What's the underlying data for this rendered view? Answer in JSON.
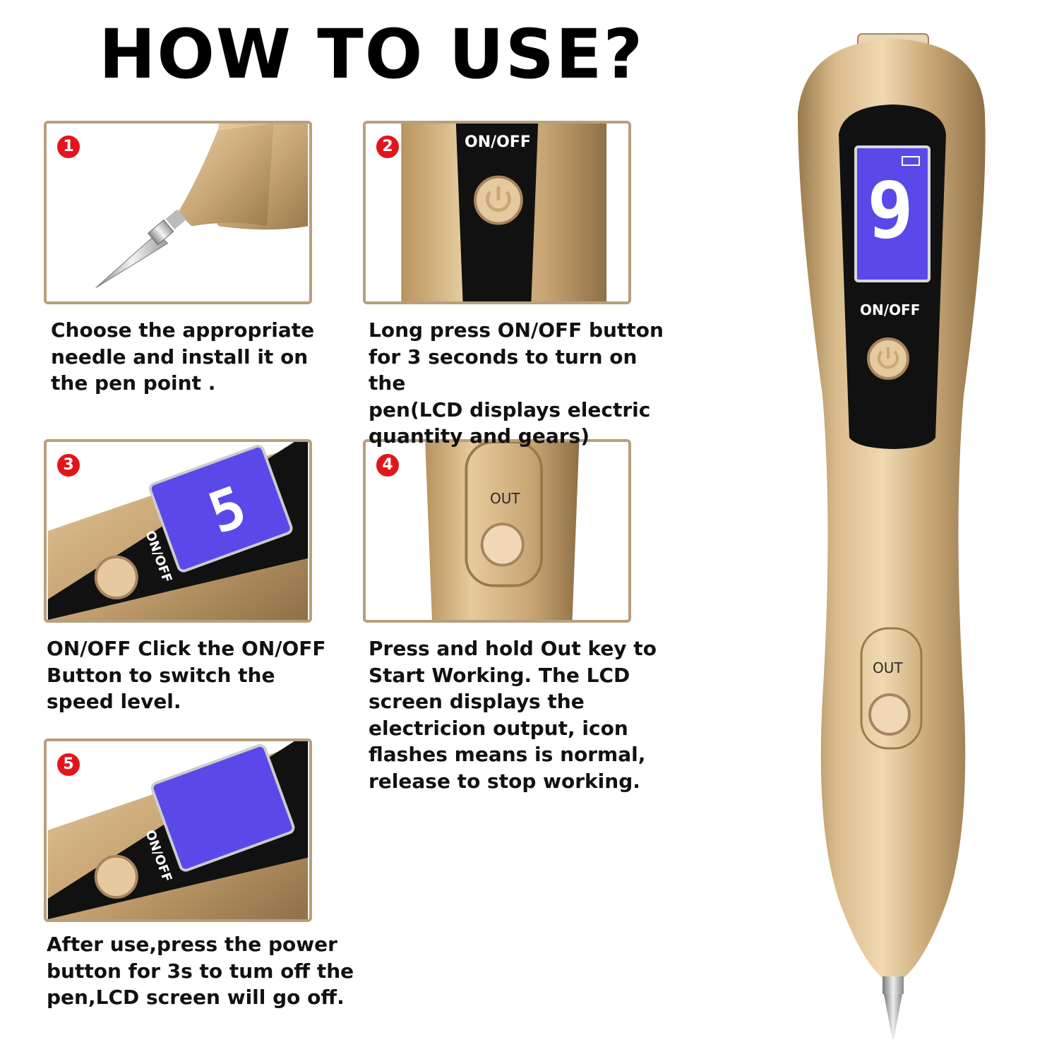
{
  "title": "HOW TO USE?",
  "steps": [
    {
      "number": "1",
      "text": "Choose the appropriate\nneedle and install it on\nthe pen point ."
    },
    {
      "number": "2",
      "text": "Long press ON/OFF button\nfor 3 seconds to turn on the\npen(LCD displays electric\nquantity and gears)"
    },
    {
      "number": "3",
      "text": "ON/OFF Click the ON/OFF\nButton to switch the\nspeed level."
    },
    {
      "number": "4",
      "text": "Press and hold Out key to\nStart Working. The LCD\nscreen displays the\nelectricion output, icon\nflashes means is normal,\nrelease to stop working."
    },
    {
      "number": "5",
      "text": "After use,press the power\nbutton for 3s to tum off the\npen,LCD screen will go off."
    }
  ],
  "device": {
    "on_off_label": "ON/OFF",
    "out_label": "OUT",
    "lcd_digit_main": "9",
    "lcd_digit_step3": "5"
  },
  "colors": {
    "gold": "#c9a877",
    "gold_dark": "#9a7a4c",
    "lcd": "#5a49e8",
    "badge_red": "#e3151b",
    "panel_border": "#b7a07c"
  }
}
